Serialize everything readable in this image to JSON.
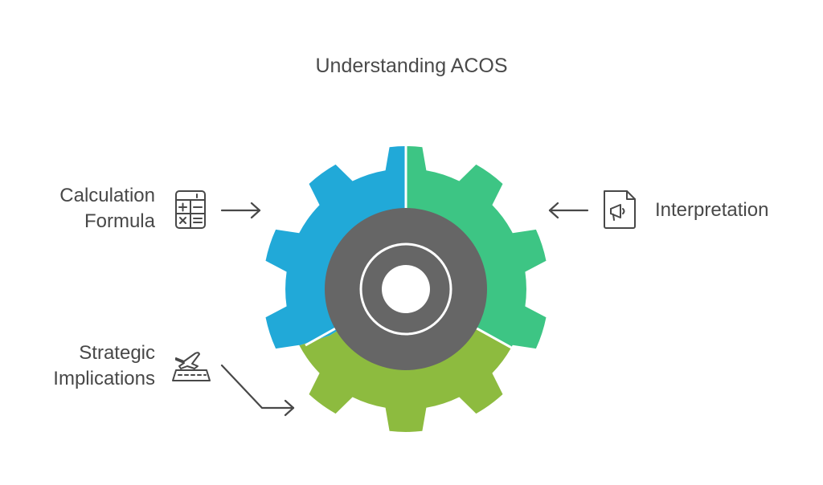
{
  "title": "Understanding ACOS",
  "labels": {
    "calculation": [
      "Calculation",
      "Formula"
    ],
    "interpretation": [
      "Interpretation"
    ],
    "strategic": [
      "Strategic",
      "Implications"
    ]
  },
  "colors": {
    "blue": "#21a9d8",
    "green_right": "#3dc584",
    "green_bottom": "#8dbb3f",
    "core": "#666666",
    "ring_line": "#ffffff",
    "text": "#484848",
    "icon": "#484848"
  },
  "icons": {
    "calculation": "calculator-icon",
    "interpretation": "megaphone-document-icon",
    "strategic": "airplane-runway-icon"
  }
}
